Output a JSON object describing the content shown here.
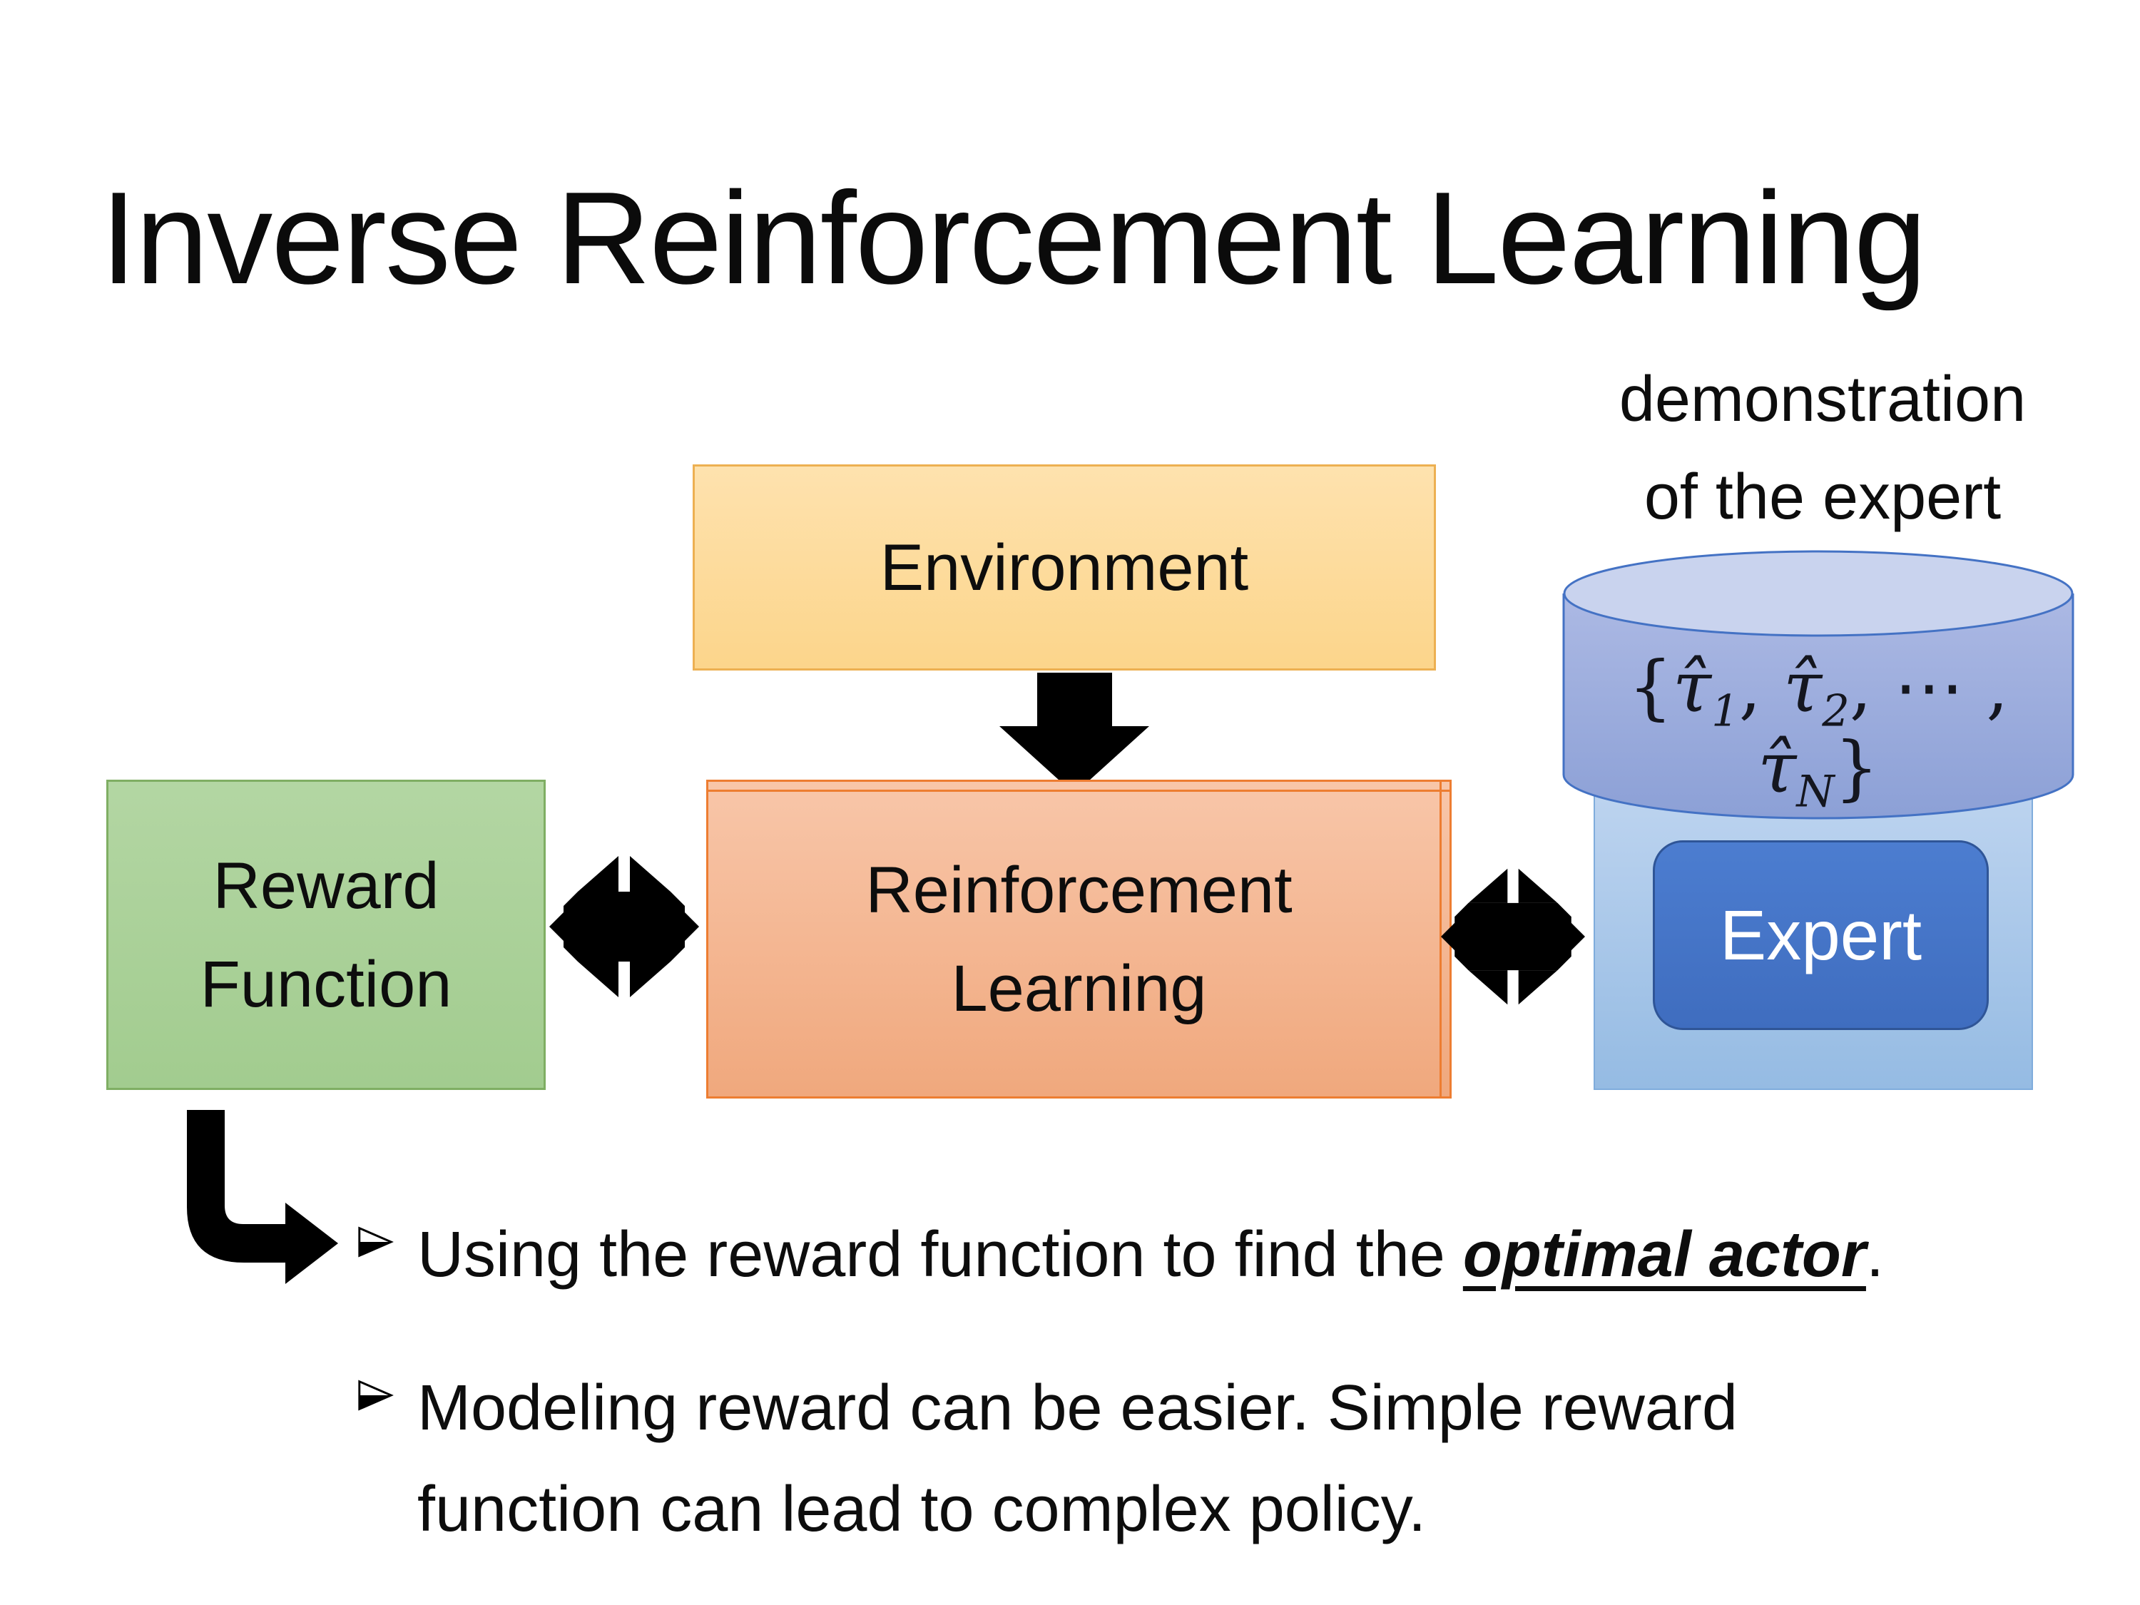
{
  "slide": {
    "title": "Inverse Reinforcement Learning",
    "background": "#FFFFFF"
  },
  "demo_label": {
    "line1": "demonstration",
    "line2": "of the expert"
  },
  "boxes": {
    "environment": {
      "label": "Environment"
    },
    "reward_function": {
      "line1": "Reward",
      "line2": "Function"
    },
    "reinforcement_learning": {
      "line1": "Reinforcement",
      "line2": "Learning"
    },
    "expert": {
      "label": "Expert"
    }
  },
  "cylinder": {
    "math": {
      "open": "{",
      "tau": "τ̂",
      "sub1": "1",
      "sep": ", ",
      "sub2": "2",
      "dots_sep": ", ⋯ , ",
      "subN": "N",
      "close": "}"
    }
  },
  "bullets": {
    "items": [
      {
        "pre": "Using the reward function to find the ",
        "em": "optimal actor",
        "post": "."
      },
      {
        "text": "Modeling reward can be easier. Simple reward function can lead to complex policy."
      }
    ]
  },
  "colors": {
    "environment_fill": "#FCD58B",
    "environment_border": "#EDB052",
    "reward_fill": "#A8CF96",
    "reward_border": "#7FAE63",
    "rl_fill": "#F4B194",
    "rl_border": "#ED7D31",
    "cylinder_body_fill": "#97A9DB",
    "cylinder_top_fill": "#C9D3EE",
    "cylinder_border": "#4472C4",
    "expert_container_fill": "#A9C8EA",
    "expert_container_border": "#7FACDC",
    "expert_fill": "#4472C4",
    "expert_border": "#2F5597",
    "expert_text": "#FFFFFF",
    "arrow_color": "#000000",
    "text_color": "#000000"
  }
}
